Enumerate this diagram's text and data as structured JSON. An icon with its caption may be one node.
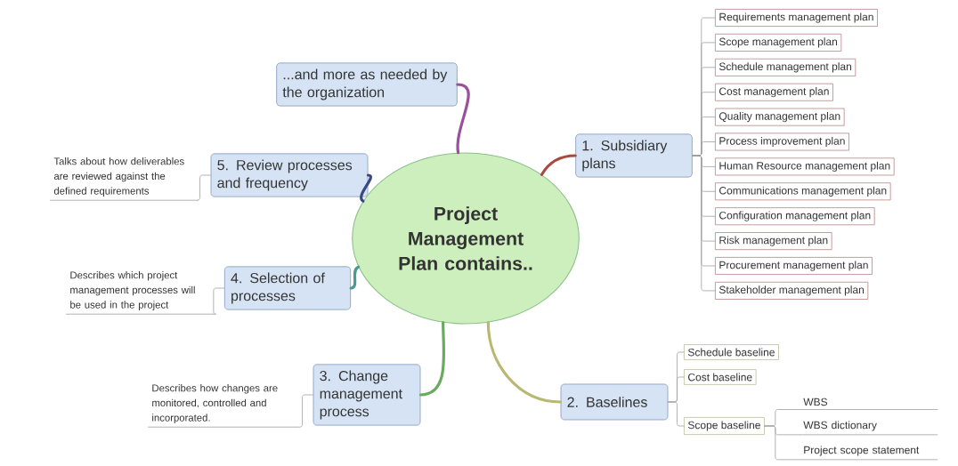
{
  "diagram": {
    "nodes": [
      {
        "text": [
          "Project Management Plan contains.."
        ]
      },
      {
        "text": [
          "1. Subsidiary plans"
        ]
      },
      {
        "text": [
          "Requirements management plan"
        ]
      },
      {
        "text": [
          "Scope management plan"
        ]
      },
      {
        "text": [
          "Schedule management plan"
        ]
      },
      {
        "text": [
          "Cost management plan"
        ]
      },
      {
        "text": [
          "Quality management plan"
        ]
      },
      {
        "text": [
          "Process improvement plan"
        ]
      },
      {
        "text": [
          "Human Resource management plan"
        ]
      },
      {
        "text": [
          "Communications management plan"
        ]
      },
      {
        "text": [
          "Configuration management plan"
        ]
      },
      {
        "text": [
          "Risk management plan"
        ]
      },
      {
        "text": [
          "Procurement management plan"
        ]
      },
      {
        "text": [
          "Stakeholder management plan"
        ]
      },
      {
        "text": [
          "2. Baselines"
        ]
      },
      {
        "text": [
          "Schedule baseline"
        ]
      },
      {
        "text": [
          "Cost baseline"
        ]
      },
      {
        "text": [
          "Scope baseline"
        ]
      },
      {
        "text": [
          "WBS"
        ]
      },
      {
        "text": [
          "WBS dictionary"
        ]
      },
      {
        "text": [
          "Project scope statement"
        ]
      },
      {
        "text": [
          "3. Change management process"
        ]
      },
      {
        "text": [
          "Describes how changes are monitored, controlled and incorporated."
        ]
      },
      {
        "text": [
          "4. Selection of processes"
        ]
      },
      {
        "text": [
          "Describes which project management processes will be used in the project"
        ]
      },
      {
        "text": [
          "5. Review processes and frequency"
        ]
      },
      {
        "text": [
          "Talks about how deliverables are reviewed against the defined requirements"
        ]
      },
      {
        "text": [
          "...and more as needed by the organization"
        ]
      }
    ],
    "edges": [
      {
        "from": 0,
        "to": 1,
        "arrow": "none",
        "style": "thick",
        "color": "#a84a40"
      },
      {
        "from": 1,
        "to": 2,
        "arrow": "none"
      },
      {
        "from": 1,
        "to": 3,
        "arrow": "none"
      },
      {
        "from": 1,
        "to": 4,
        "arrow": "none"
      },
      {
        "from": 1,
        "to": 5,
        "arrow": "none"
      },
      {
        "from": 1,
        "to": 6,
        "arrow": "none"
      },
      {
        "from": 1,
        "to": 7,
        "arrow": "none"
      },
      {
        "from": 1,
        "to": 8,
        "arrow": "none"
      },
      {
        "from": 1,
        "to": 9,
        "arrow": "none"
      },
      {
        "from": 1,
        "to": 10,
        "arrow": "none"
      },
      {
        "from": 1,
        "to": 11,
        "arrow": "none"
      },
      {
        "from": 1,
        "to": 12,
        "arrow": "none"
      },
      {
        "from": 1,
        "to": 13,
        "arrow": "none"
      },
      {
        "from": 0,
        "to": 14,
        "arrow": "none",
        "style": "thick",
        "color": "#b8b870"
      },
      {
        "from": 14,
        "to": 15,
        "arrow": "none"
      },
      {
        "from": 14,
        "to": 16,
        "arrow": "none"
      },
      {
        "from": 14,
        "to": 17,
        "arrow": "none"
      },
      {
        "from": 17,
        "to": 18,
        "arrow": "none"
      },
      {
        "from": 17,
        "to": 19,
        "arrow": "none"
      },
      {
        "from": 17,
        "to": 20,
        "arrow": "none"
      },
      {
        "from": 0,
        "to": 21,
        "arrow": "none",
        "style": "thick",
        "color": "#6aaa60"
      },
      {
        "from": 21,
        "to": 22,
        "arrow": "none"
      },
      {
        "from": 0,
        "to": 23,
        "arrow": "none",
        "style": "thick",
        "color": "#4a9a90"
      },
      {
        "from": 23,
        "to": 24,
        "arrow": "none"
      },
      {
        "from": 0,
        "to": 25,
        "arrow": "none",
        "style": "thick",
        "color": "#3a4a80"
      },
      {
        "from": 25,
        "to": 26,
        "arrow": "none"
      },
      {
        "from": 0,
        "to": 27,
        "arrow": "none",
        "style": "thick",
        "color": "#9a509a"
      }
    ]
  }
}
